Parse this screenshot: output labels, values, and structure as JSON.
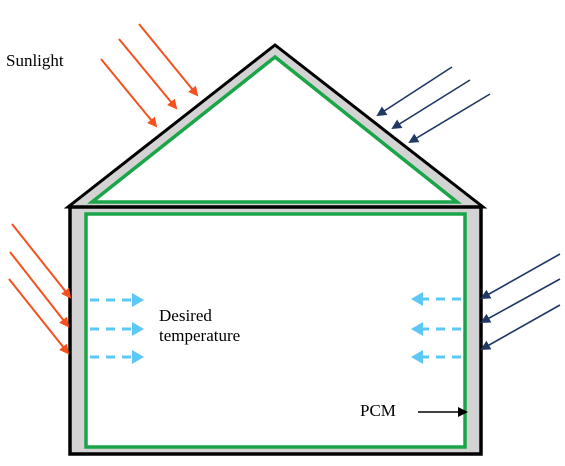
{
  "labels": {
    "sunlight": "Sunlight",
    "desired_line1": "Desired",
    "desired_line2": "temperature",
    "pcm": "PCM"
  },
  "colors": {
    "wall_outline": "#000000",
    "wall_fill": "#d3d3d3",
    "pcm_layer": "#1aa548",
    "sunlight_arrow": "#f4511e",
    "cold_arrow": "#1f3864",
    "internal_arrow": "#5bc8f5"
  }
}
